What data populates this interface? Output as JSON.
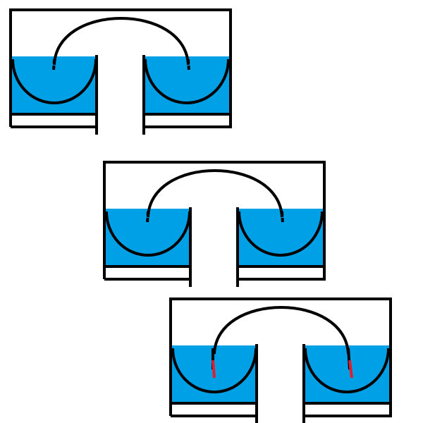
{
  "colors": {
    "background": "#ffffff",
    "water": "#00a0e6",
    "outline": "#000000",
    "tube": "#000000",
    "highlight": "#e01e2e"
  },
  "panels": [
    {
      "id": "panel-1",
      "highlighted_ends": false
    },
    {
      "id": "panel-2",
      "highlighted_ends": false
    },
    {
      "id": "panel-3",
      "highlighted_ends": true
    }
  ]
}
